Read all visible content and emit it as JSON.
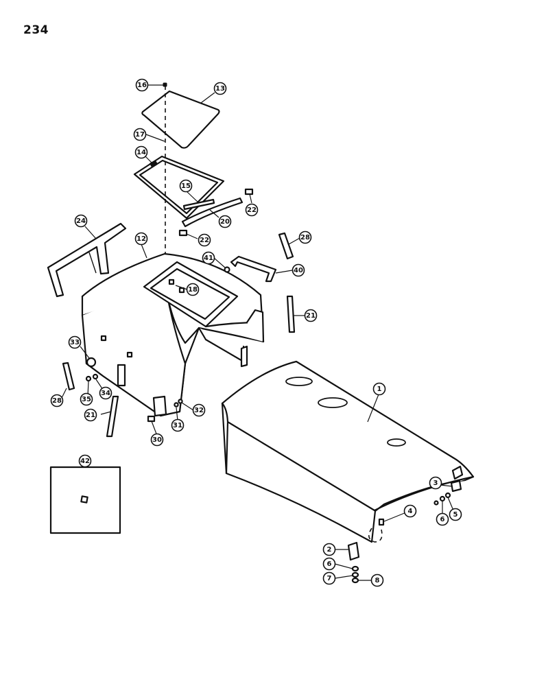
{
  "page": {
    "number": "234"
  },
  "callouts": [
    {
      "id": "c16",
      "label": "16"
    },
    {
      "id": "c13",
      "label": "13"
    },
    {
      "id": "c17",
      "label": "17"
    },
    {
      "id": "c14",
      "label": "14"
    },
    {
      "id": "c15",
      "label": "15"
    },
    {
      "id": "c22a",
      "label": "22"
    },
    {
      "id": "c20",
      "label": "20"
    },
    {
      "id": "c22b",
      "label": "22"
    },
    {
      "id": "c24",
      "label": "24"
    },
    {
      "id": "c12",
      "label": "12"
    },
    {
      "id": "c28a",
      "label": "28"
    },
    {
      "id": "c41",
      "label": "41"
    },
    {
      "id": "c40",
      "label": "40"
    },
    {
      "id": "c18",
      "label": "18"
    },
    {
      "id": "c21a",
      "label": "21"
    },
    {
      "id": "c33",
      "label": "33"
    },
    {
      "id": "c1",
      "label": "1"
    },
    {
      "id": "c28b",
      "label": "28"
    },
    {
      "id": "c35",
      "label": "35"
    },
    {
      "id": "c34",
      "label": "34"
    },
    {
      "id": "c32",
      "label": "32"
    },
    {
      "id": "c21b",
      "label": "21"
    },
    {
      "id": "c31",
      "label": "31"
    },
    {
      "id": "c30",
      "label": "30"
    },
    {
      "id": "c42",
      "label": "42"
    },
    {
      "id": "c3",
      "label": "3"
    },
    {
      "id": "c4",
      "label": "4"
    },
    {
      "id": "c6a",
      "label": "6"
    },
    {
      "id": "c5",
      "label": "5"
    },
    {
      "id": "c2",
      "label": "2"
    },
    {
      "id": "c6b",
      "label": "6"
    },
    {
      "id": "c7",
      "label": "7"
    },
    {
      "id": "c8",
      "label": "8"
    }
  ]
}
